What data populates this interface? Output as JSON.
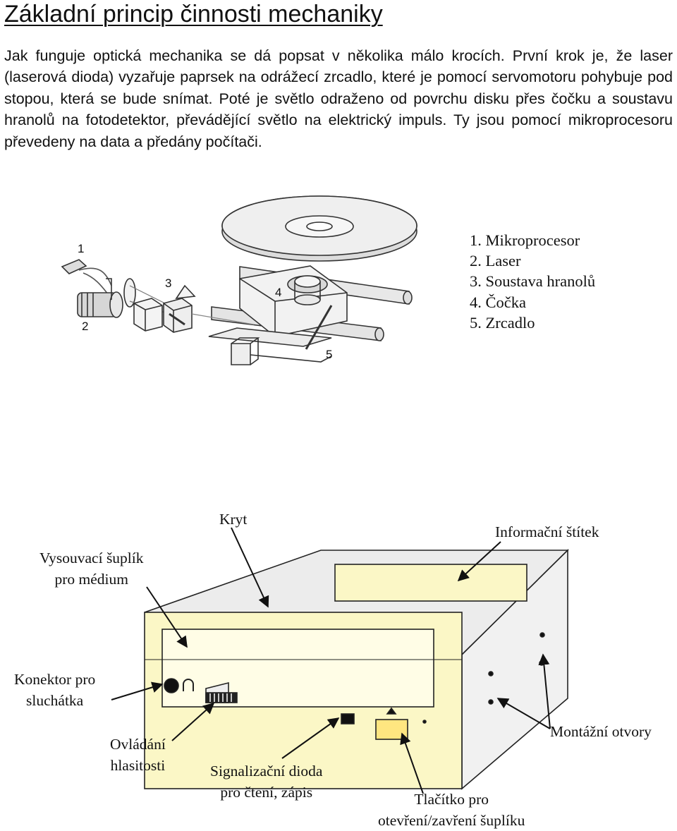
{
  "document": {
    "title": "Základní princip činnosti mechaniky",
    "paragraph": "Jak funguje optická mechanika se dá popsat v několika málo krocích. První krok je, že laser (laserová dioda) vyzařuje paprsek na odrážecí zrcadlo, které je pomocí servomotoru pohybuje pod stopou, která se bude snímat. Poté je světlo odraženo od povrchu disku přes čočku a soustavu hranolů na fotodetektor, převádějící světlo na elektrický impuls. Ty jsou pomocí mikroprocesoru převedeny na data a předány počítači."
  },
  "figure1": {
    "callouts": [
      "1",
      "2",
      "3",
      "4",
      "5"
    ],
    "legend": [
      "1. Mikroprocesor",
      "2. Laser",
      "3. Soustava hranolů",
      "4. Čočka",
      "5. Zrcadlo"
    ]
  },
  "figure2": {
    "labels": {
      "tray": [
        "Vysouvací šuplík",
        "pro médium"
      ],
      "cover": "Kryt",
      "info_label": "Informační štítek",
      "headphone": [
        "Konektor pro",
        "sluchátka"
      ],
      "volume": [
        "Ovládání",
        "hlasitosti"
      ],
      "led": [
        "Signalizační dioda",
        "pro čtení, zápis"
      ],
      "eject": [
        "Tlačítko pro",
        "otevření/zavření šuplíku"
      ],
      "mount": "Montážní otvory"
    }
  }
}
